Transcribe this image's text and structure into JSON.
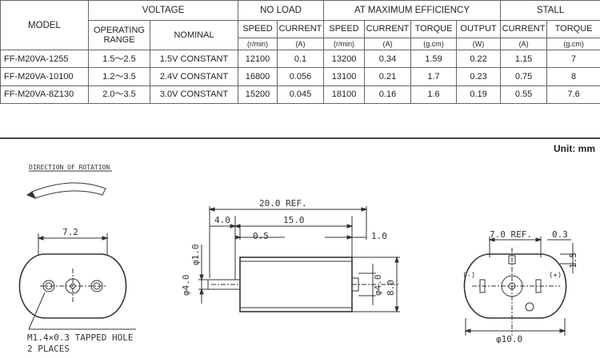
{
  "table": {
    "headers": {
      "model": "MODEL",
      "voltage": "VOLTAGE",
      "no_load": "NO LOAD",
      "max_eff": "AT MAXIMUM EFFICIENCY",
      "stall": "STALL",
      "op_range_1": "OPERATING",
      "op_range_2": "RANGE",
      "nominal": "NOMINAL",
      "speed": "SPEED",
      "current": "CURRENT",
      "torque": "TORQUE",
      "output": "OUTPUT",
      "unit_rmin": "(r/min)",
      "unit_a": "(A)",
      "unit_gcm": "(g.cm)",
      "unit_w": "(W)"
    },
    "rows": [
      [
        "FF-M20VA-1255",
        "1.5～2.5",
        "1.5V CONSTANT",
        "12100",
        "0.1",
        "13200",
        "0.34",
        "1.59",
        "0.22",
        "1.15",
        "7"
      ],
      [
        "FF-M20VA-10100",
        "1.2～3.5",
        "2.4V CONSTANT",
        "16800",
        "0.056",
        "13100",
        "0.21",
        "1.7",
        "0.23",
        "0.75",
        "8"
      ],
      [
        "FF-M20VA-8Z130",
        "2.0～3.5",
        "3.0V CONSTANT",
        "15200",
        "0.045",
        "18100",
        "0.16",
        "1.6",
        "0.19",
        "0.55",
        "7.6"
      ]
    ]
  },
  "drawing": {
    "unit_label": "Unit: mm",
    "rotation_label": "DIRECTION OF ROTATION",
    "left_view": {
      "width_dim": "7.2",
      "hole_note_1": "M1.4×0.3 TAPPED HOLE",
      "hole_note_2": "2 PLACES"
    },
    "side_view": {
      "overall": "20.0 REF.",
      "d40": "4.0",
      "d150": "15.0",
      "d05": "0.5",
      "d10": "1.0",
      "shaft_dia": "φ1.0",
      "body_dia": "φ4.0",
      "right_dia": "φ4.0",
      "height": "8.0"
    },
    "right_view": {
      "ref": "7.0 REF.",
      "d03": "0.3",
      "d15": "1.5",
      "minus": "(-)",
      "plus": "(+)",
      "bottom": "φ10.0"
    }
  }
}
